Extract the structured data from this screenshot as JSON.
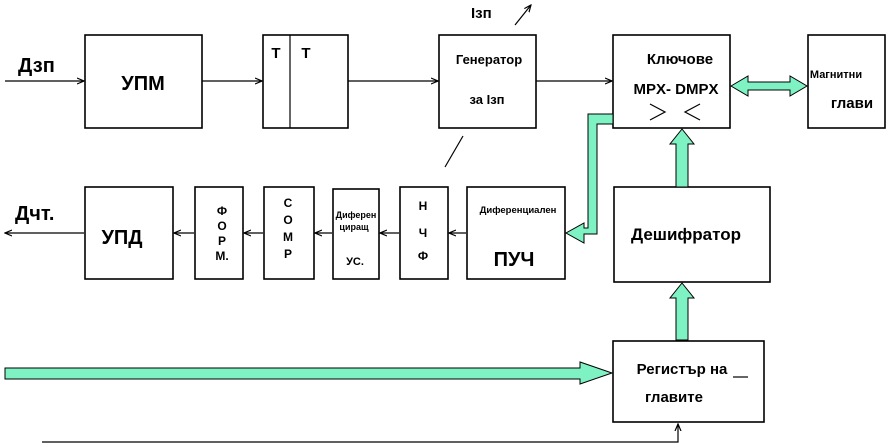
{
  "colors": {
    "bus_fill": "#7ff2c4",
    "line": "#000000",
    "background": "#ffffff"
  },
  "labels": {
    "input_dzp": "Дзп",
    "output_dcht": "Дчт.",
    "izp": "Ізп"
  },
  "blocks": {
    "upm": "УПМ",
    "tt_left": "Т",
    "tt_right": "Т",
    "generator_line1": "Генератор",
    "generator_line2": "за Ізп",
    "keys_line1": "Ключове",
    "keys_line2": "MPX- DMPX",
    "heads_line1": "Магнитни",
    "heads_line2": "глави",
    "upd": "УПД",
    "form": [
      "Ф",
      "О",
      "Р",
      "М."
    ],
    "comp": [
      "С",
      "О",
      "М",
      "Р"
    ],
    "diff_amp_line1": "Диферен",
    "diff_amp_line2": "циращ",
    "diff_amp_line3": "УС.",
    "nch": [
      "Н",
      "Ч",
      "Ф"
    ],
    "puch_line1": "Диференциален",
    "puch_line2": "ПУЧ",
    "decoder": "Дешифратор",
    "register_line1": "Регистър на",
    "register_line2": "главите"
  }
}
